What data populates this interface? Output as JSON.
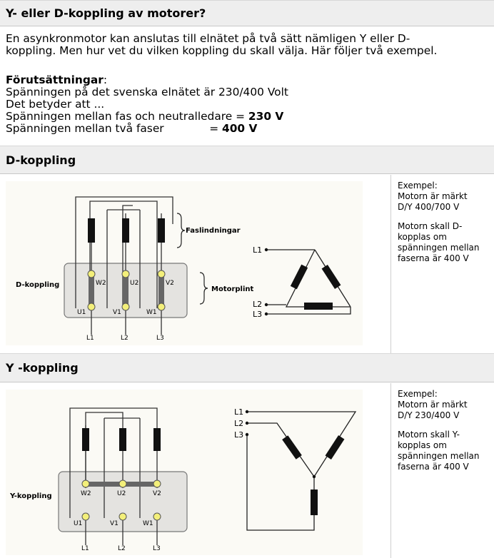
{
  "main_heading": "Y- eller D-koppling av motorer?",
  "intro": {
    "line1": "En asynkronmotor kan anslutas till elnätet på två sätt nämligen Y eller D-",
    "line2": "koppling. Men hur vet du vilken koppling du skall välja. Här följer två exempel."
  },
  "conditions": {
    "title": "Förutsättningar",
    "title_suffix": ":",
    "line1": "Spänningen på det svenska elnätet är 230/400 Volt",
    "line2": "Det betyder att ...",
    "phase_neutral_label": "Spänningen mellan fas och neutralledare = ",
    "phase_neutral_value": "230 V",
    "phase_phase_label": "Spänningen mellan två faser             = ",
    "phase_phase_value": "400 V"
  },
  "d_section": {
    "heading": "D-koppling",
    "example_title": "Exempel:",
    "example_line1": "Motorn är märkt",
    "example_line2": "D/Y 400/700 V",
    "note_line1": "Motorn skall D-",
    "note_line2": "kopplas om",
    "note_line3": "spänningen mellan",
    "note_line4": "faserna är 400 V",
    "diagram": {
      "label_coupling": "D-koppling",
      "label_windings": "Faslindningar",
      "label_terminal": "Motorplint",
      "top_terminals": [
        "W2",
        "U2",
        "V2"
      ],
      "bottom_terminals": [
        "U1",
        "V1",
        "W1"
      ],
      "lines": [
        "L1",
        "L2",
        "L3"
      ]
    }
  },
  "y_section": {
    "heading": "Y -koppling",
    "example_title": "Exempel:",
    "example_line1": "Motorn är märkt",
    "example_line2": "D/Y 230/400 V",
    "note_line1": "Motorn skall Y-",
    "note_line2": "kopplas om",
    "note_line3": "spänningen mellan",
    "note_line4": "faserna är 400 V",
    "diagram": {
      "label_coupling": "Y-koppling",
      "top_terminals": [
        "W2",
        "U2",
        "V2"
      ],
      "bottom_terminals": [
        "U1",
        "V1",
        "W1"
      ],
      "lines": [
        "L1",
        "L2",
        "L3"
      ]
    }
  }
}
